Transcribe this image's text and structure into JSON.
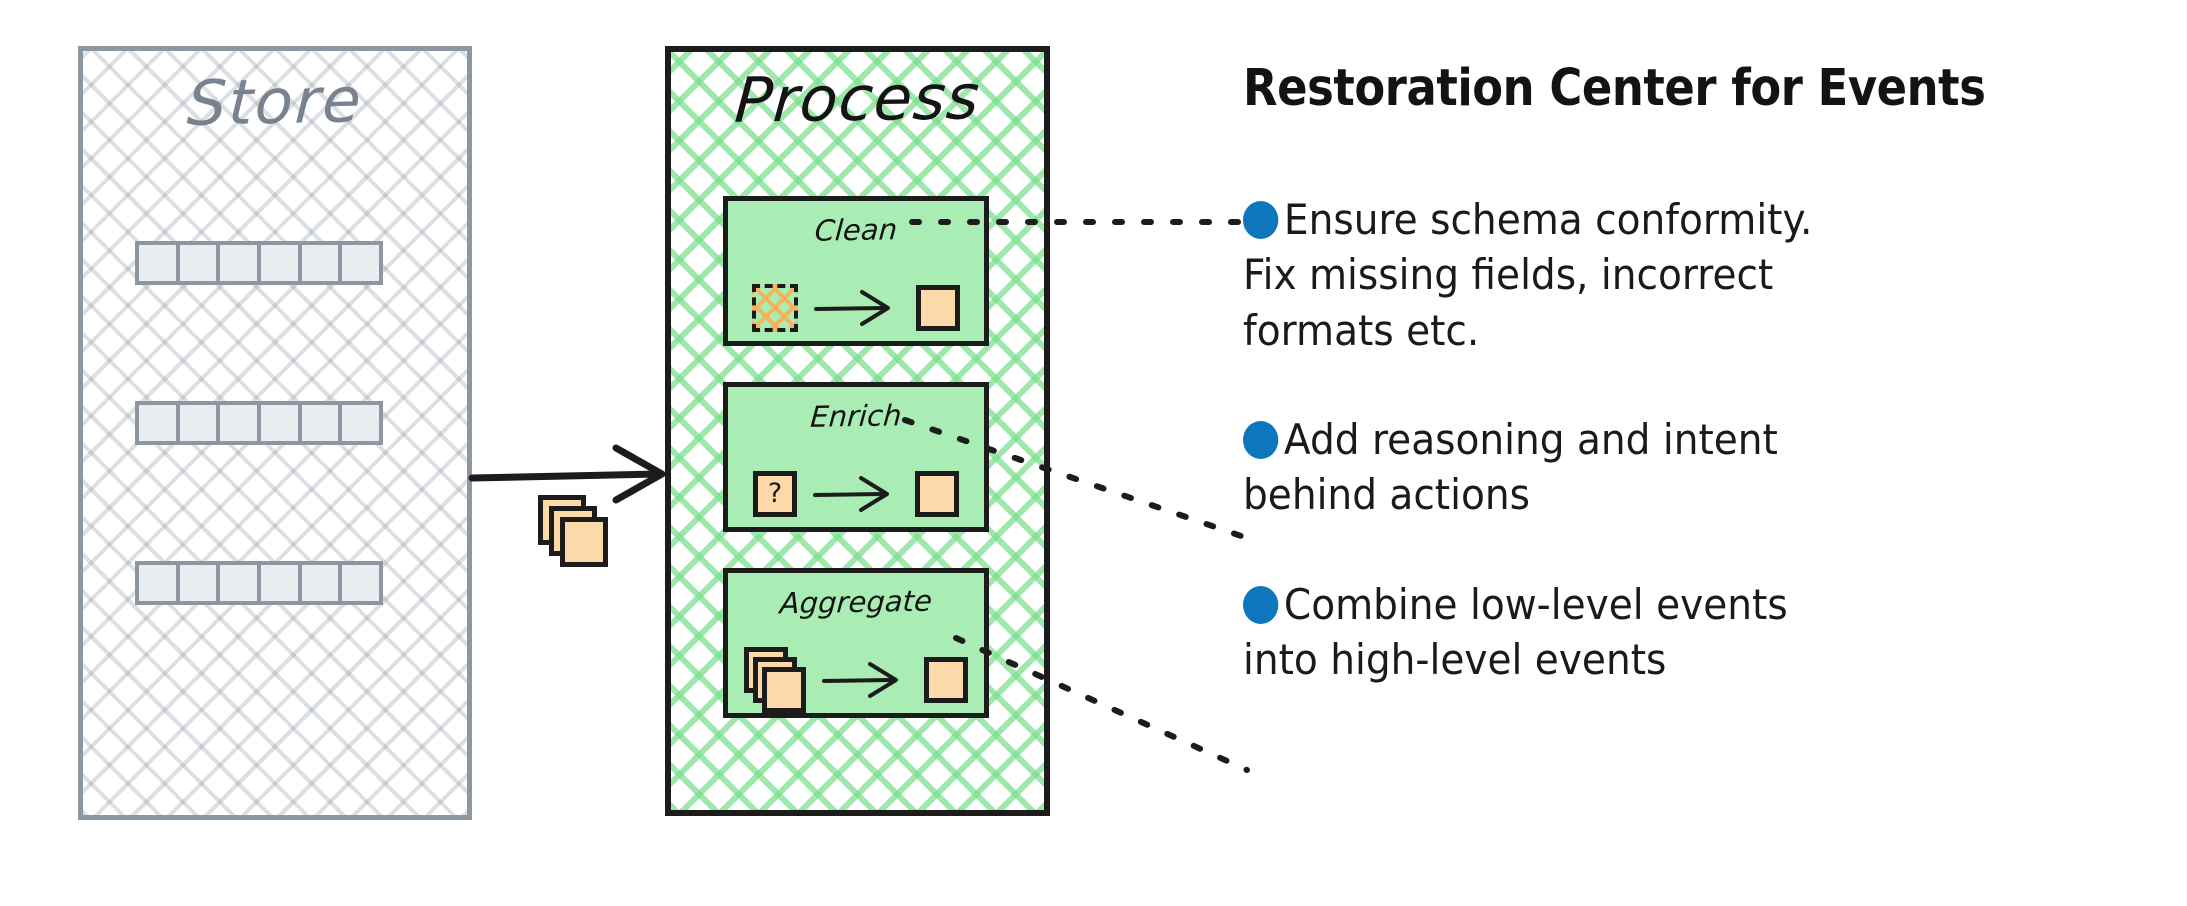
{
  "store": {
    "title": "Store",
    "rows": [
      {
        "cells": 6
      },
      {
        "cells": 6
      },
      {
        "cells": 6
      }
    ]
  },
  "flow": {
    "arrow_icon": "right-arrow-icon",
    "events_stack_icon": "document-stack-icon"
  },
  "process": {
    "title": "Process",
    "stages": [
      {
        "label": "Clean",
        "input_icon": "hatched-dashed-square-icon",
        "arrow_icon": "right-arrow-icon",
        "output_icon": "document-square-icon"
      },
      {
        "label": "Enrich",
        "input_icon": "question-square-icon",
        "input_glyph": "?",
        "arrow_icon": "right-arrow-icon",
        "output_icon": "document-square-icon"
      },
      {
        "label": "Aggregate",
        "input_icon": "document-stack-icon",
        "arrow_icon": "right-arrow-icon",
        "output_icon": "document-square-icon"
      }
    ]
  },
  "notes": {
    "title": "Restoration Center for Events",
    "items": [
      {
        "bullet_icon": "blue-dot-bullet-icon",
        "lines": [
          "Ensure schema conformity.",
          "Fix missing fields, incorrect",
          "formats etc."
        ]
      },
      {
        "bullet_icon": "blue-dot-bullet-icon",
        "lines": [
          "Add reasoning and intent",
          "behind actions"
        ]
      },
      {
        "bullet_icon": "blue-dot-bullet-icon",
        "lines": [
          "Combine low-level events",
          "into high-level events"
        ]
      }
    ]
  },
  "colors": {
    "store_stroke": "#8d97a3",
    "store_fill": "#eaedf0",
    "process_hatch": "#78df8c",
    "stage_fill": "#a9edb4",
    "doc_fill": "#fcd9a8",
    "ink": "#1c1c1c",
    "bullet_blue": "#0d76bd"
  }
}
